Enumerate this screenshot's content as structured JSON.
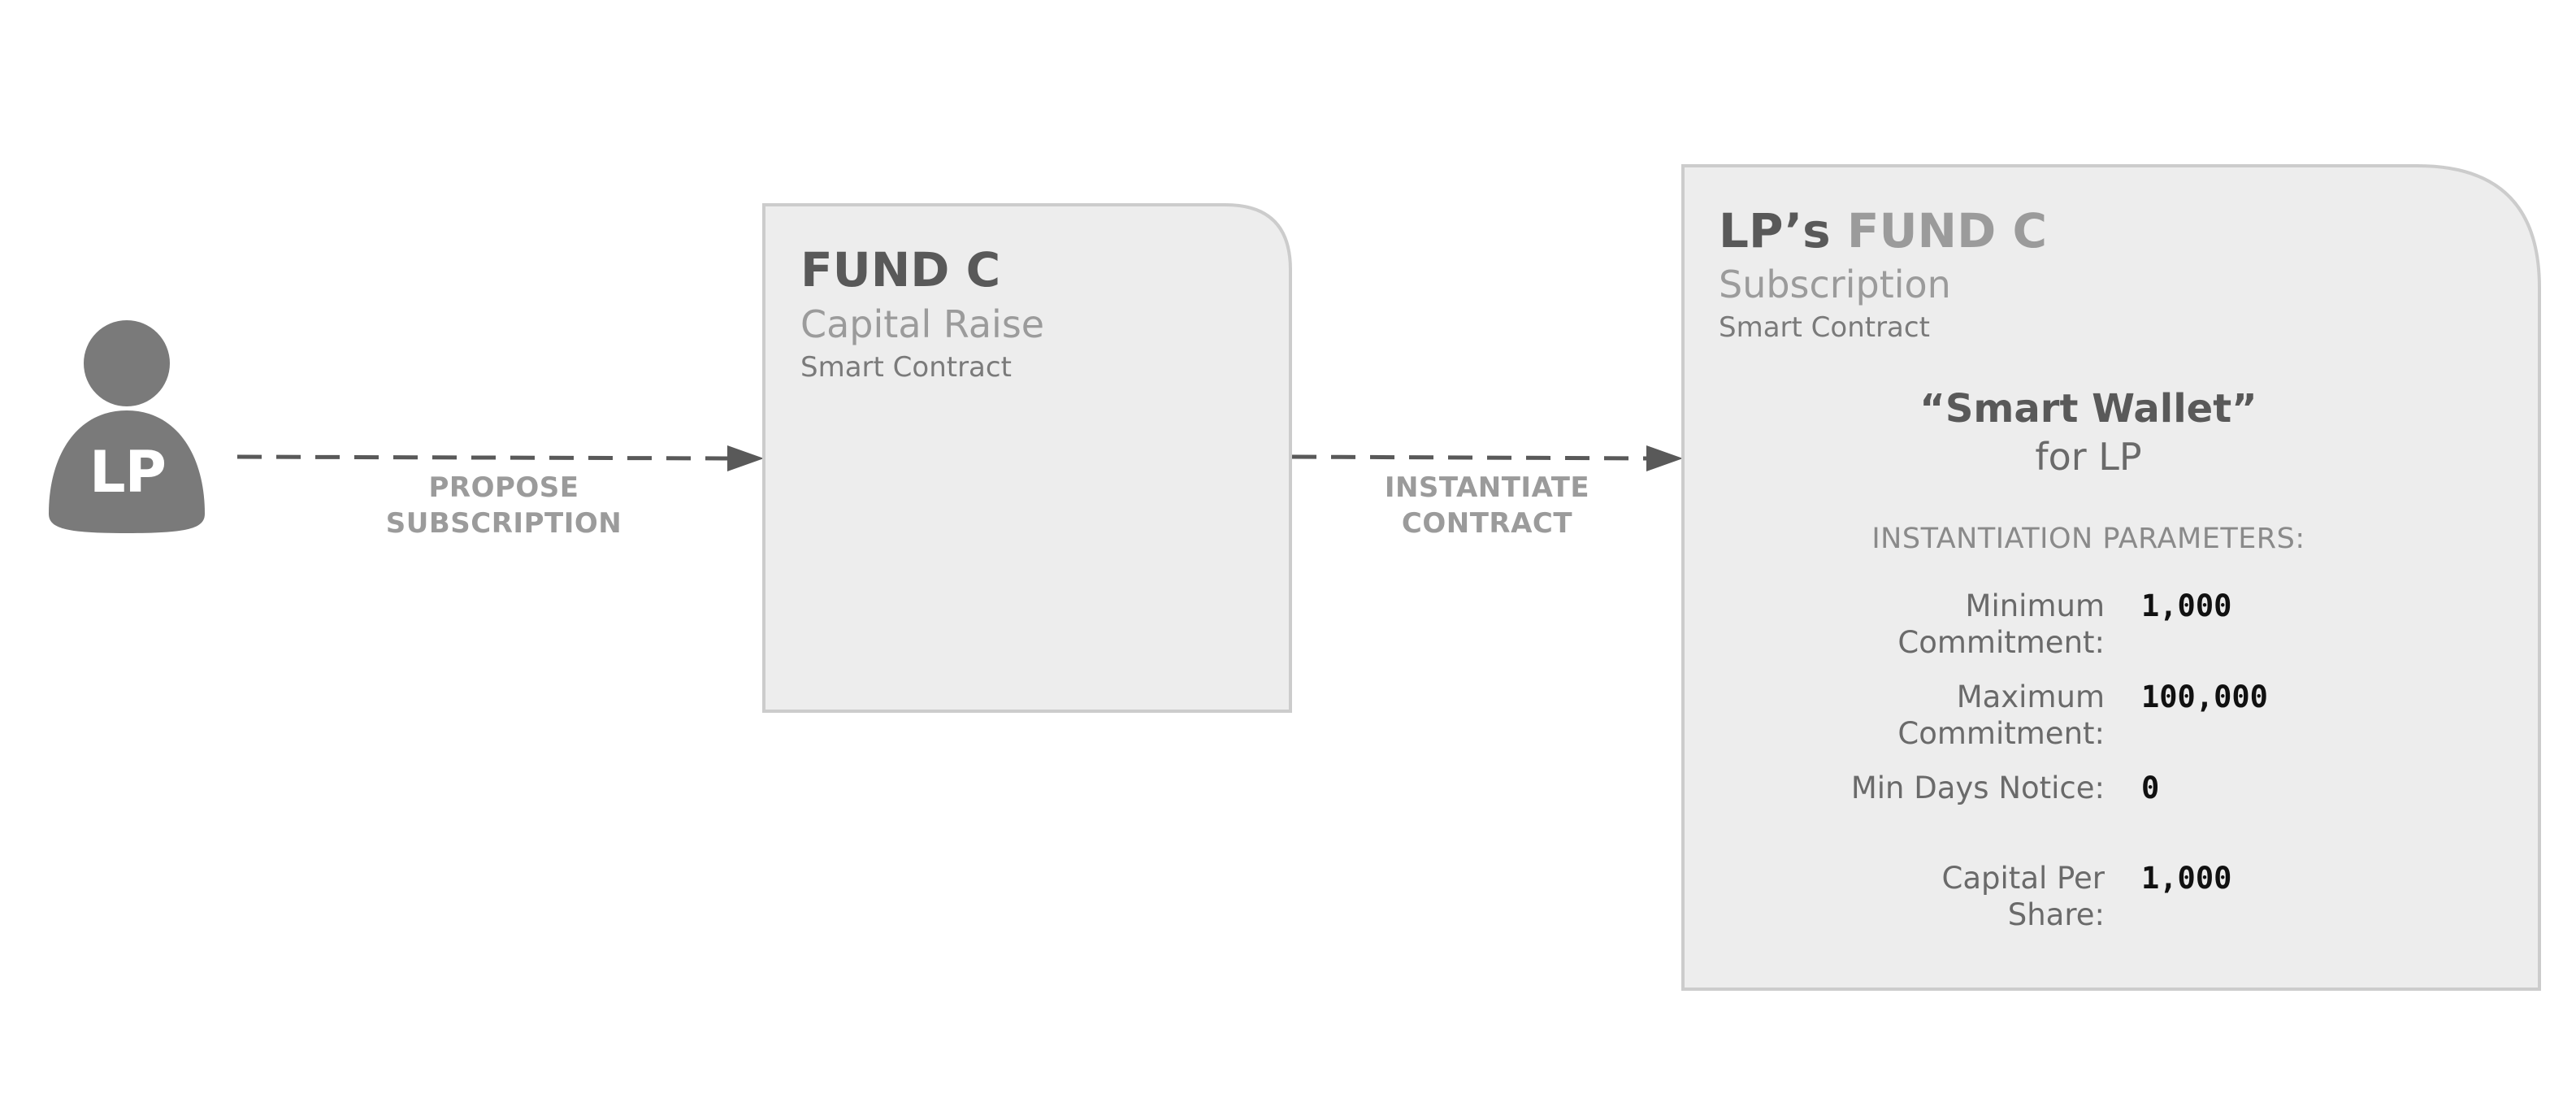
{
  "actor": {
    "label": "LP"
  },
  "arrows": {
    "propose": {
      "line1": "PROPOSE",
      "line2": "SUBSCRIPTION"
    },
    "instantiate": {
      "line1": "INSTANTIATE",
      "line2": "CONTRACT"
    }
  },
  "fund_box": {
    "title": "FUND C",
    "subtitle": "Capital Raise",
    "kind": "Smart Contract"
  },
  "subscription_box": {
    "title_owner": "LP’s",
    "title_fund": "FUND C",
    "subtitle": "Subscription",
    "kind": "Smart Contract",
    "wallet_title": "“Smart Wallet”",
    "wallet_for": "for LP",
    "params_heading": "INSTANTIATION PARAMETERS:",
    "params": [
      {
        "label_line1": "Minimum",
        "label_line2": "Commitment:",
        "value": "1,000"
      },
      {
        "label_line1": "Maximum",
        "label_line2": "Commitment:",
        "value": "100,000"
      },
      {
        "label_line1": "Min Days Notice:",
        "label_line2": "",
        "value": "0"
      },
      {
        "label_line1": "Capital Per",
        "label_line2": "Share:",
        "value": "1,000"
      }
    ]
  },
  "colors": {
    "box_fill": "#ededed",
    "box_stroke": "#cccccc",
    "arrow": "#595959",
    "actor": "#7a7a7a",
    "dark_text": "#595959",
    "light_text": "#9b9b9b",
    "value_text": "#111111"
  }
}
